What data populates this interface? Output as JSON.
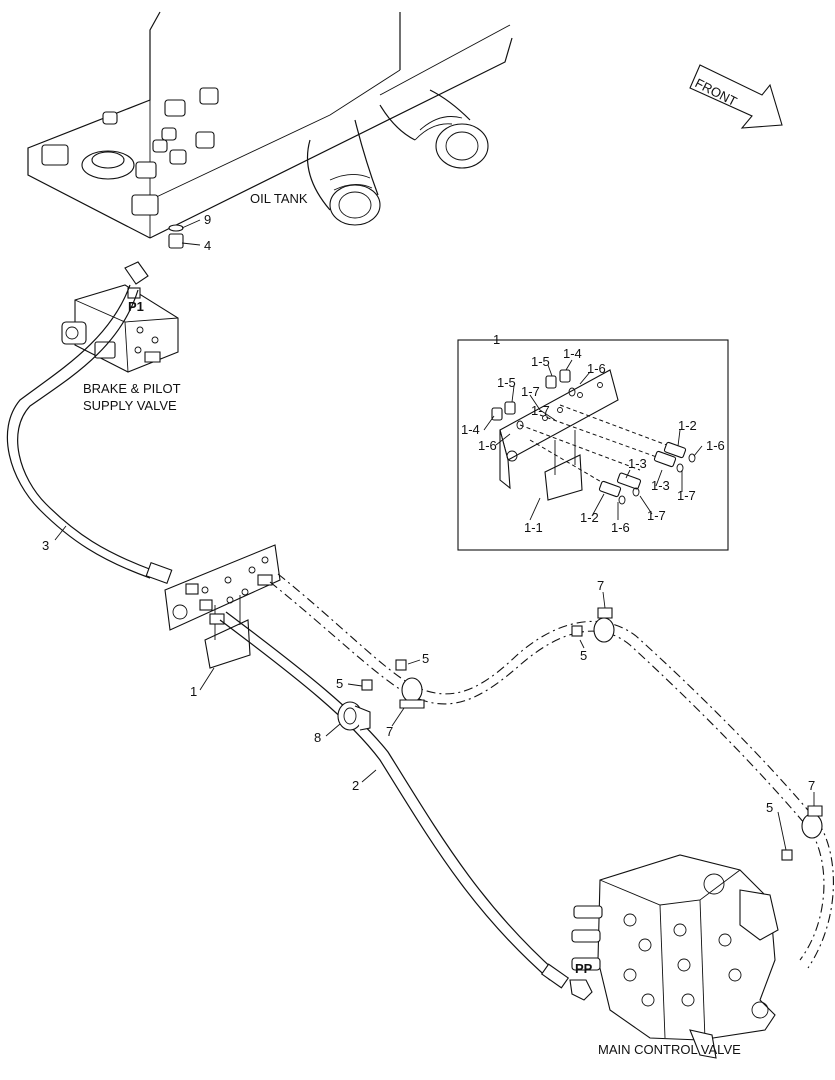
{
  "labels": {
    "oil_tank": "OIL TANK",
    "front": "FRONT",
    "brake_valve_line1": "BRAKE & PILOT",
    "brake_valve_line2": "SUPPLY VALVE",
    "main_control_valve": "MAIN CONTROL VALVE",
    "port_p1": "P1",
    "port_pp": "PP"
  },
  "callouts": {
    "c9": "9",
    "c4": "4",
    "c3": "3",
    "c1": "1",
    "c2": "2",
    "c8": "8",
    "c5a": "5",
    "c5b": "5",
    "c5c": "5",
    "c5d": "5",
    "c7a": "7",
    "c7b": "7",
    "c7c": "7"
  },
  "detail": {
    "title": "1",
    "items": {
      "i15a": "1-5",
      "i14a": "1-4",
      "i16a": "1-6",
      "i15b": "1-5",
      "i17a": "1-7",
      "i17b": "1-7",
      "i14b": "1-4",
      "i16b": "1-6",
      "i12a": "1-2",
      "i16c": "1-6",
      "i13a": "1-3",
      "i13b": "1-3",
      "i17c": "1-7",
      "i12b": "1-2",
      "i16d": "1-6",
      "i17d": "1-7",
      "i11": "1-1"
    }
  }
}
